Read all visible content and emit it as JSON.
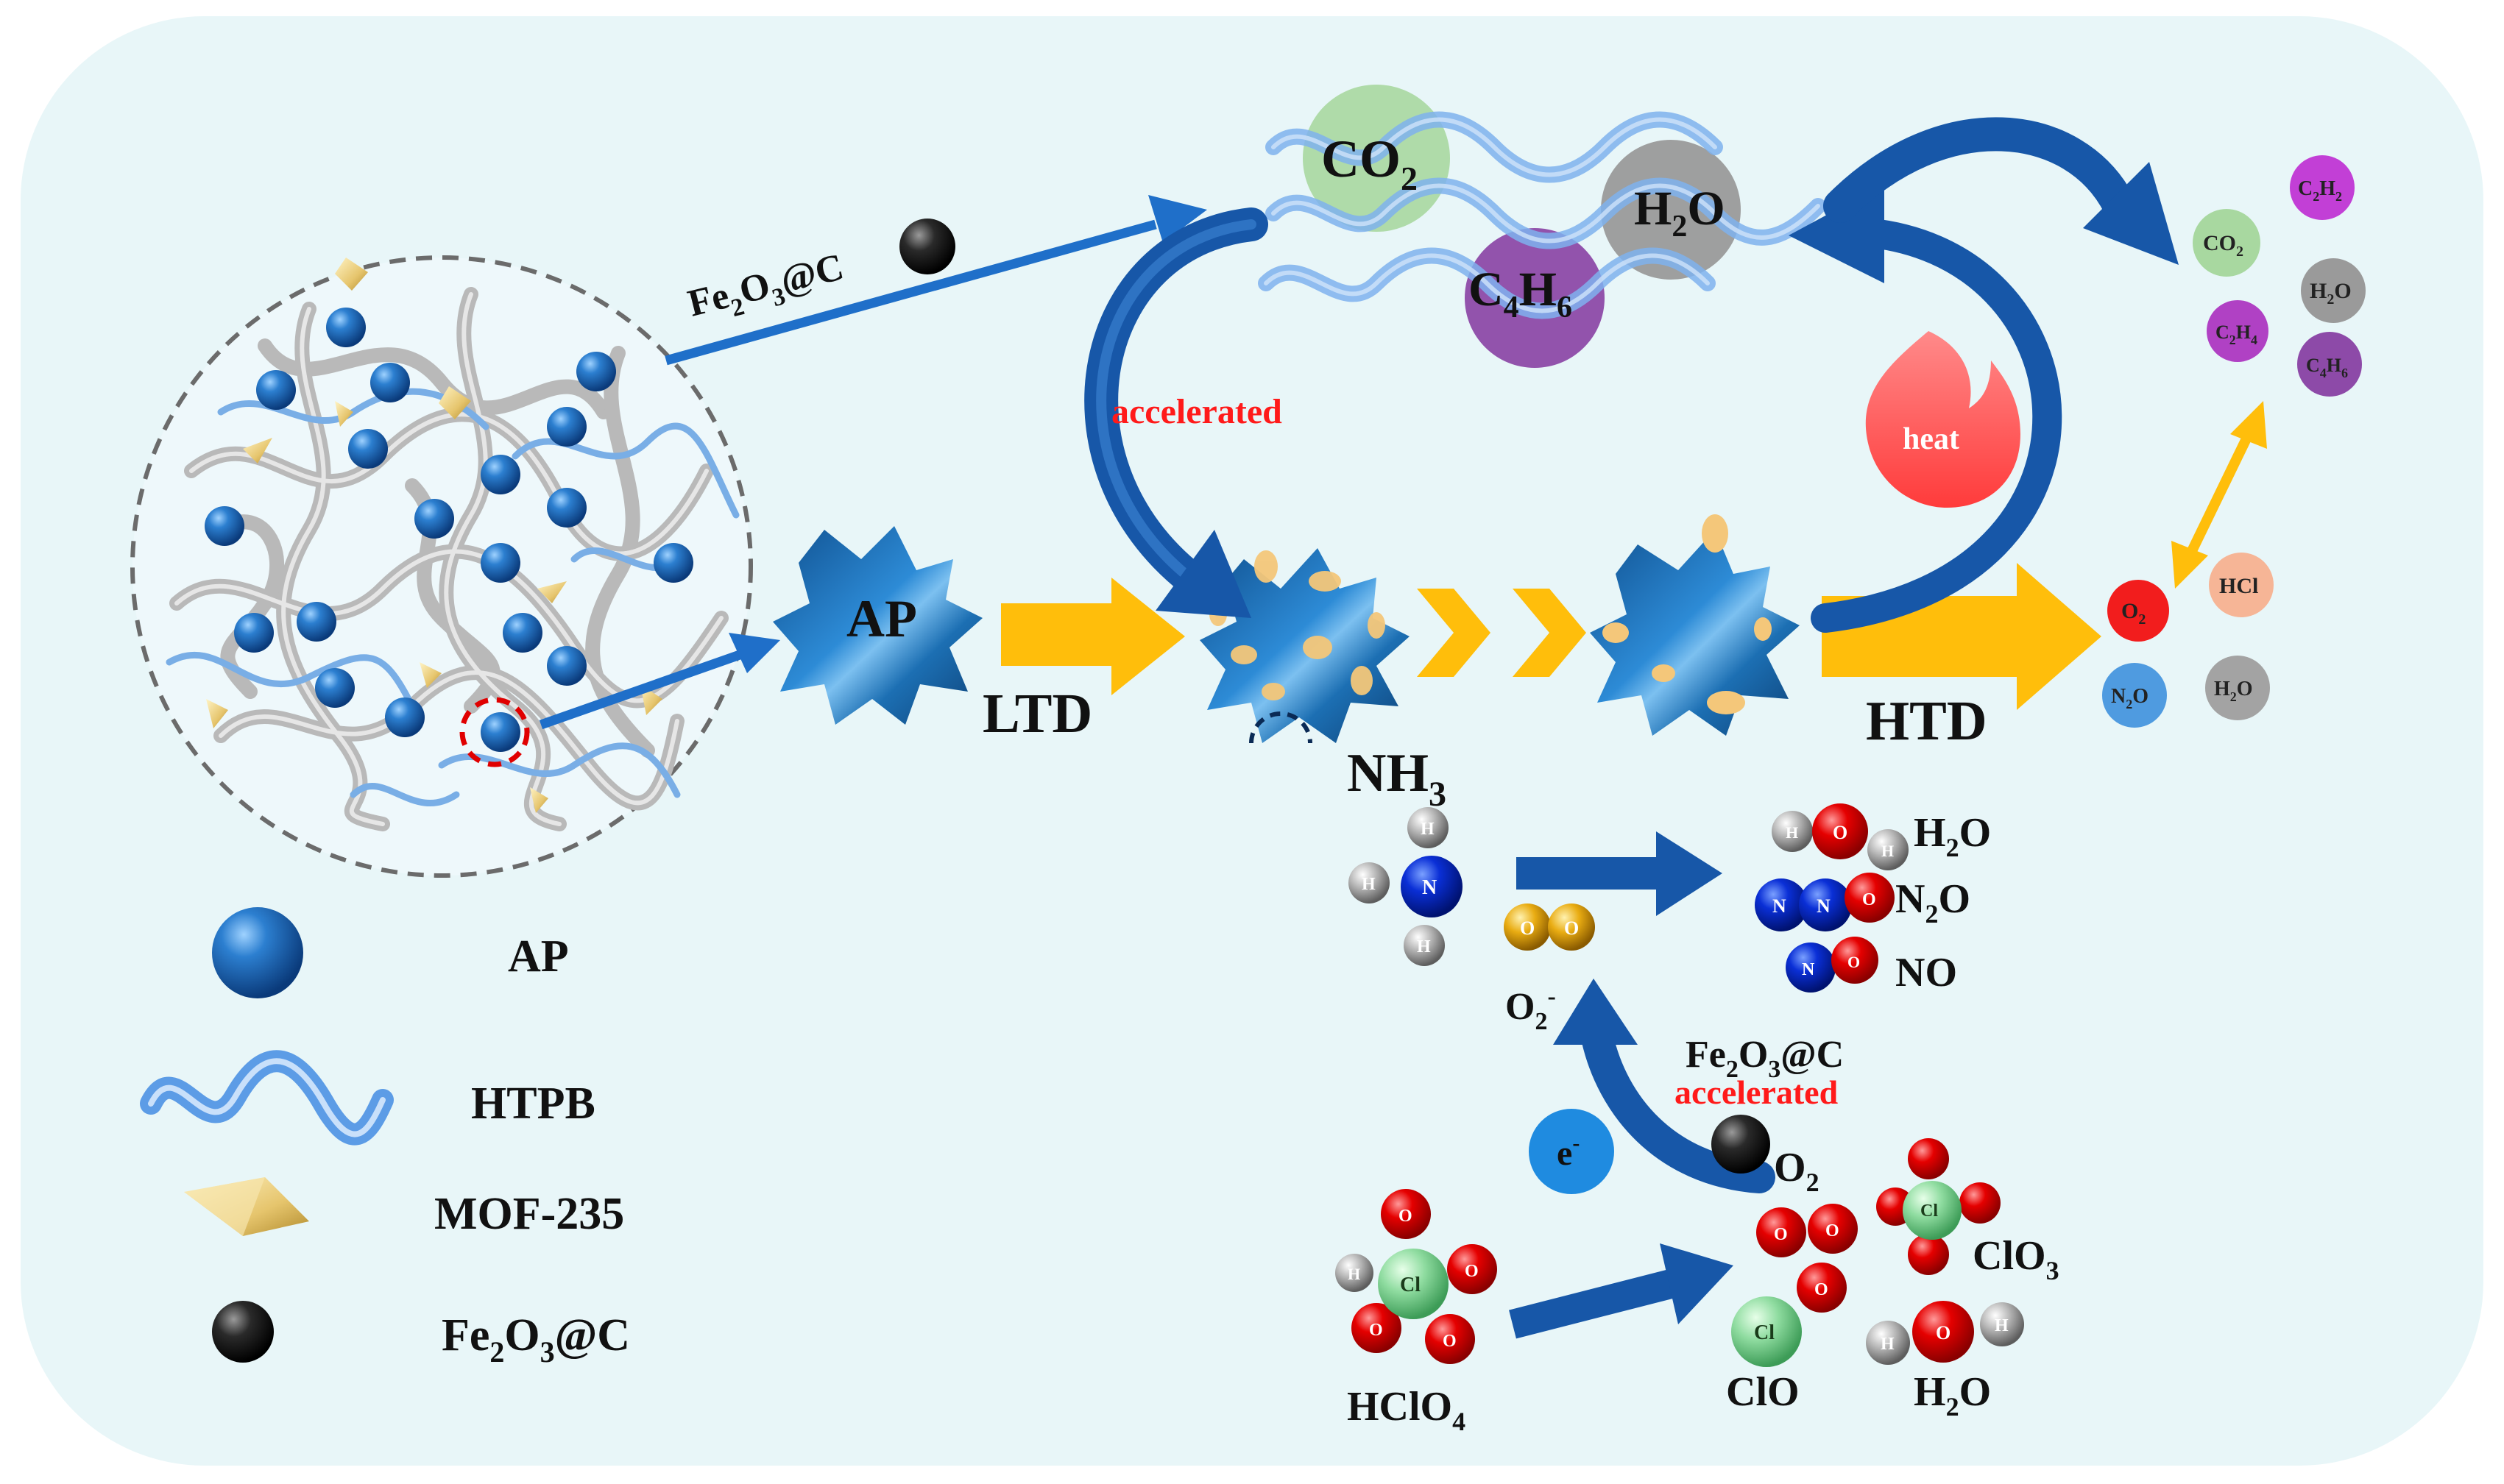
{
  "legend": {
    "ap": "AP",
    "htpb": "HTPB",
    "mof": "MOF-235",
    "fe2o3c": {
      "a": "Fe",
      "s1": "2",
      "b": "O",
      "s2": "3",
      "c": "@C"
    }
  },
  "labels": {
    "ap_particle": "AP",
    "ltd": "LTD",
    "htd": "HTD",
    "accelerated_top": "accelerated",
    "accelerated_bottom": "accelerated",
    "heat": "heat",
    "fe_arrow": {
      "a": "Fe",
      "s1": "2",
      "b": "O",
      "s2": "3",
      "c": "@C"
    },
    "fe_mid": {
      "a": "Fe",
      "s1": "2",
      "b": "O",
      "s2": "3",
      "c": "@C"
    },
    "nh3": {
      "a": "NH",
      "s": "3"
    },
    "o2_minus": {
      "a": "O",
      "s": "2",
      "sup": "-"
    },
    "o2": {
      "a": "O",
      "s": "2"
    },
    "electron": {
      "a": "e",
      "sup": "-"
    },
    "h2o_top": {
      "a": "H",
      "s": "2",
      "b": "O"
    },
    "n2o": {
      "a": "N",
      "s": "2",
      "b": "O"
    },
    "no": "NO",
    "hclo4": {
      "a": "HClO",
      "s": "4"
    },
    "clo": "ClO",
    "clo3": {
      "a": "ClO",
      "s": "3"
    },
    "h2o_bottom": {
      "a": "H",
      "s": "2",
      "b": "O"
    }
  },
  "gas_bubbles": {
    "co2": {
      "a": "CO",
      "s": "2"
    },
    "h2o": {
      "a": "H",
      "s": "2",
      "b": "O"
    },
    "c4h6": {
      "a": "C",
      "s1": "4",
      "b": "H",
      "s2": "6"
    }
  },
  "products_top": [
    {
      "a": "C",
      "s1": "2",
      "b": "H",
      "s2": "2",
      "color": "#c23fd6"
    },
    {
      "a": "CO",
      "s1": "2",
      "b": "",
      "s2": "",
      "color": "#a8d8a0"
    },
    {
      "a": "H",
      "s1": "2",
      "b": "O",
      "s2": "",
      "color": "#9a9a9a"
    },
    {
      "a": "C",
      "s1": "2",
      "b": "H",
      "s2": "4",
      "color": "#b041c4"
    },
    {
      "a": "C",
      "s1": "4",
      "b": "H",
      "s2": "6",
      "color": "#8d4aa8"
    }
  ],
  "products_right": [
    {
      "a": "O",
      "s1": "2",
      "b": "",
      "color": "#f21d1d"
    },
    {
      "a": "HCl",
      "s1": "",
      "b": "",
      "color": "#f6b596"
    },
    {
      "a": "N",
      "s1": "2",
      "b": "O",
      "color": "#4f9be0"
    },
    {
      "a": "H",
      "s1": "2",
      "b": "O",
      "color": "#a3a3a3"
    }
  ],
  "atoms": {
    "H": "H",
    "N": "N",
    "O": "O",
    "Cl": "Cl"
  },
  "colors": {
    "background_panel": "#e8f6f8",
    "arrow_blue": "#1f6fc9",
    "arrow_dark_blue": "#1757a8",
    "arrow_yellow": "#ffbe0b",
    "ap_blue": "#1c6fb3",
    "htpb_blue": "#79aee6",
    "accent_red": "#ff1a1a"
  }
}
